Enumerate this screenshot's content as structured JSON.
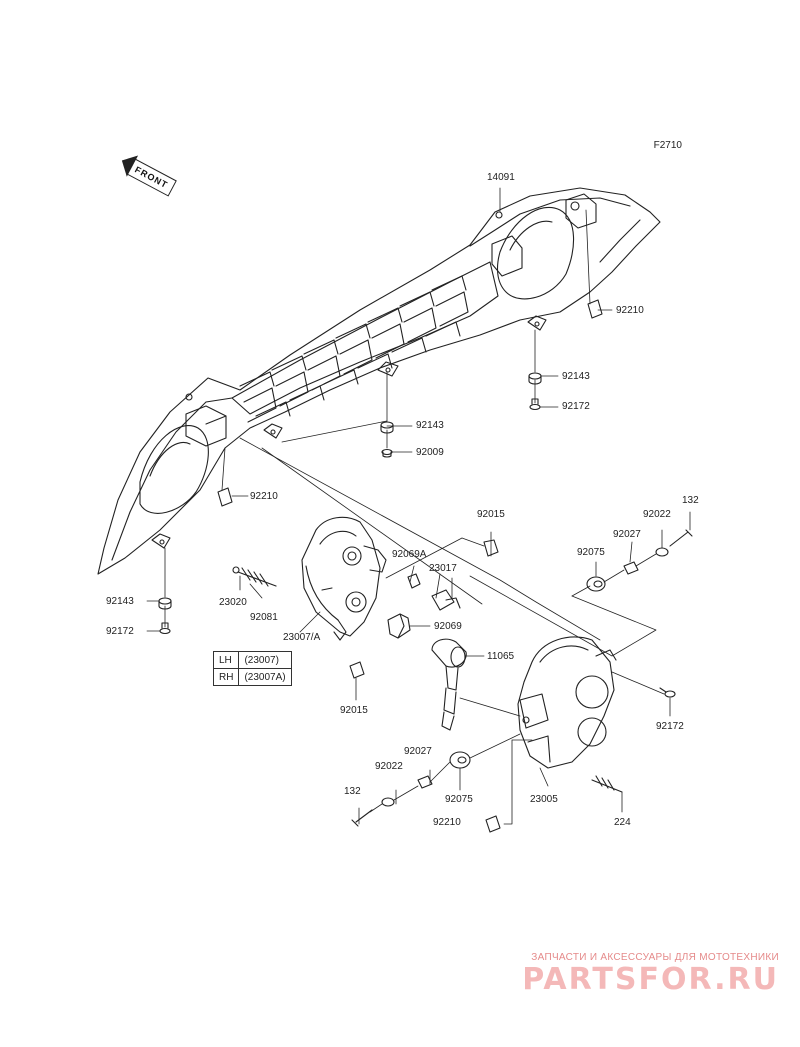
{
  "figure_code": "F2710",
  "front_label": "FRONT",
  "labels": {
    "p14091": "14091",
    "p92210_a": "92210",
    "p92143_a": "92143",
    "p92172_a": "92172",
    "p92143_b": "92143",
    "p92009": "92009",
    "p92210_b": "92210",
    "p92143_c": "92143",
    "p92172_b": "92172",
    "p92015_a": "92015",
    "p92069a": "92069A",
    "p23017": "23017",
    "p23020": "23020",
    "p92081": "92081",
    "p23007a": "23007/A",
    "p92069": "92069",
    "p11065": "11065",
    "p92015_b": "92015",
    "p132_a": "132",
    "p92022_a": "92022",
    "p92027_a": "92027",
    "p92075_a": "92075",
    "p92172_c": "92172",
    "p92027_b": "92027",
    "p92022_b": "92022",
    "p132_b": "132",
    "p92075_b": "92075",
    "p23005": "23005",
    "p224": "224",
    "p92210_c": "92210"
  },
  "variant_table": {
    "rows": [
      {
        "side": "LH",
        "part": "(23007)"
      },
      {
        "side": "RH",
        "part": "(23007A)"
      }
    ]
  },
  "watermark": {
    "tagline": "ЗАПЧАСТИ И АКСЕССУАРЫ ДЛЯ МОТОТЕХНИКИ",
    "brand": "PARTSFOR.RU"
  },
  "colors": {
    "line": "#222222",
    "watermark_text": "#e58a8a",
    "watermark_brand": "#f4b8b8"
  }
}
